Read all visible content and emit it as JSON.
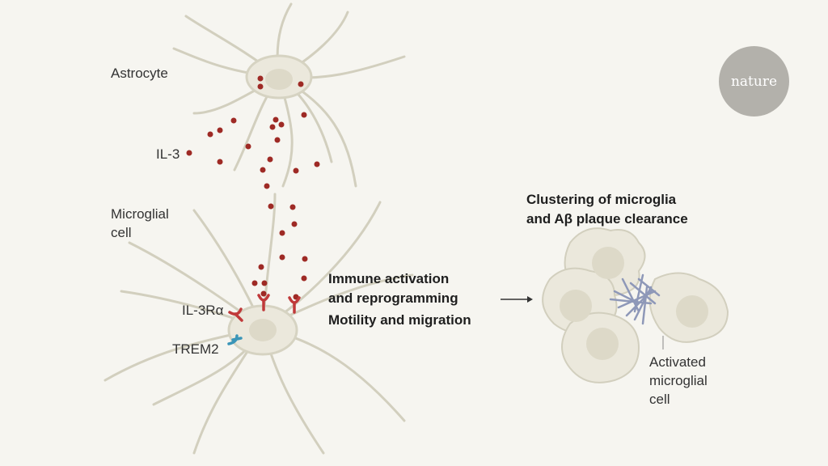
{
  "labels": {
    "astrocyte": "Astrocyte",
    "il3": "IL-3",
    "microglial_cell": [
      "Microglial",
      "cell"
    ],
    "il3ra": "IL-3Rα",
    "trem2": "TREM2",
    "activated": [
      "Activated",
      "microglial",
      "cell"
    ]
  },
  "outcomes": {
    "immune": [
      "Immune activation",
      "and reprogramming"
    ],
    "motility": "Motility and migration",
    "clustering": [
      "Clustering of microglia",
      "and Aβ plaque clearance"
    ]
  },
  "logo": "nature",
  "colors": {
    "il3": "#9e2a25",
    "il3ra": "#c0393a",
    "trem2": "#3a95b8",
    "plaque": "#8e98b8",
    "cell": "#ebe8dc"
  }
}
